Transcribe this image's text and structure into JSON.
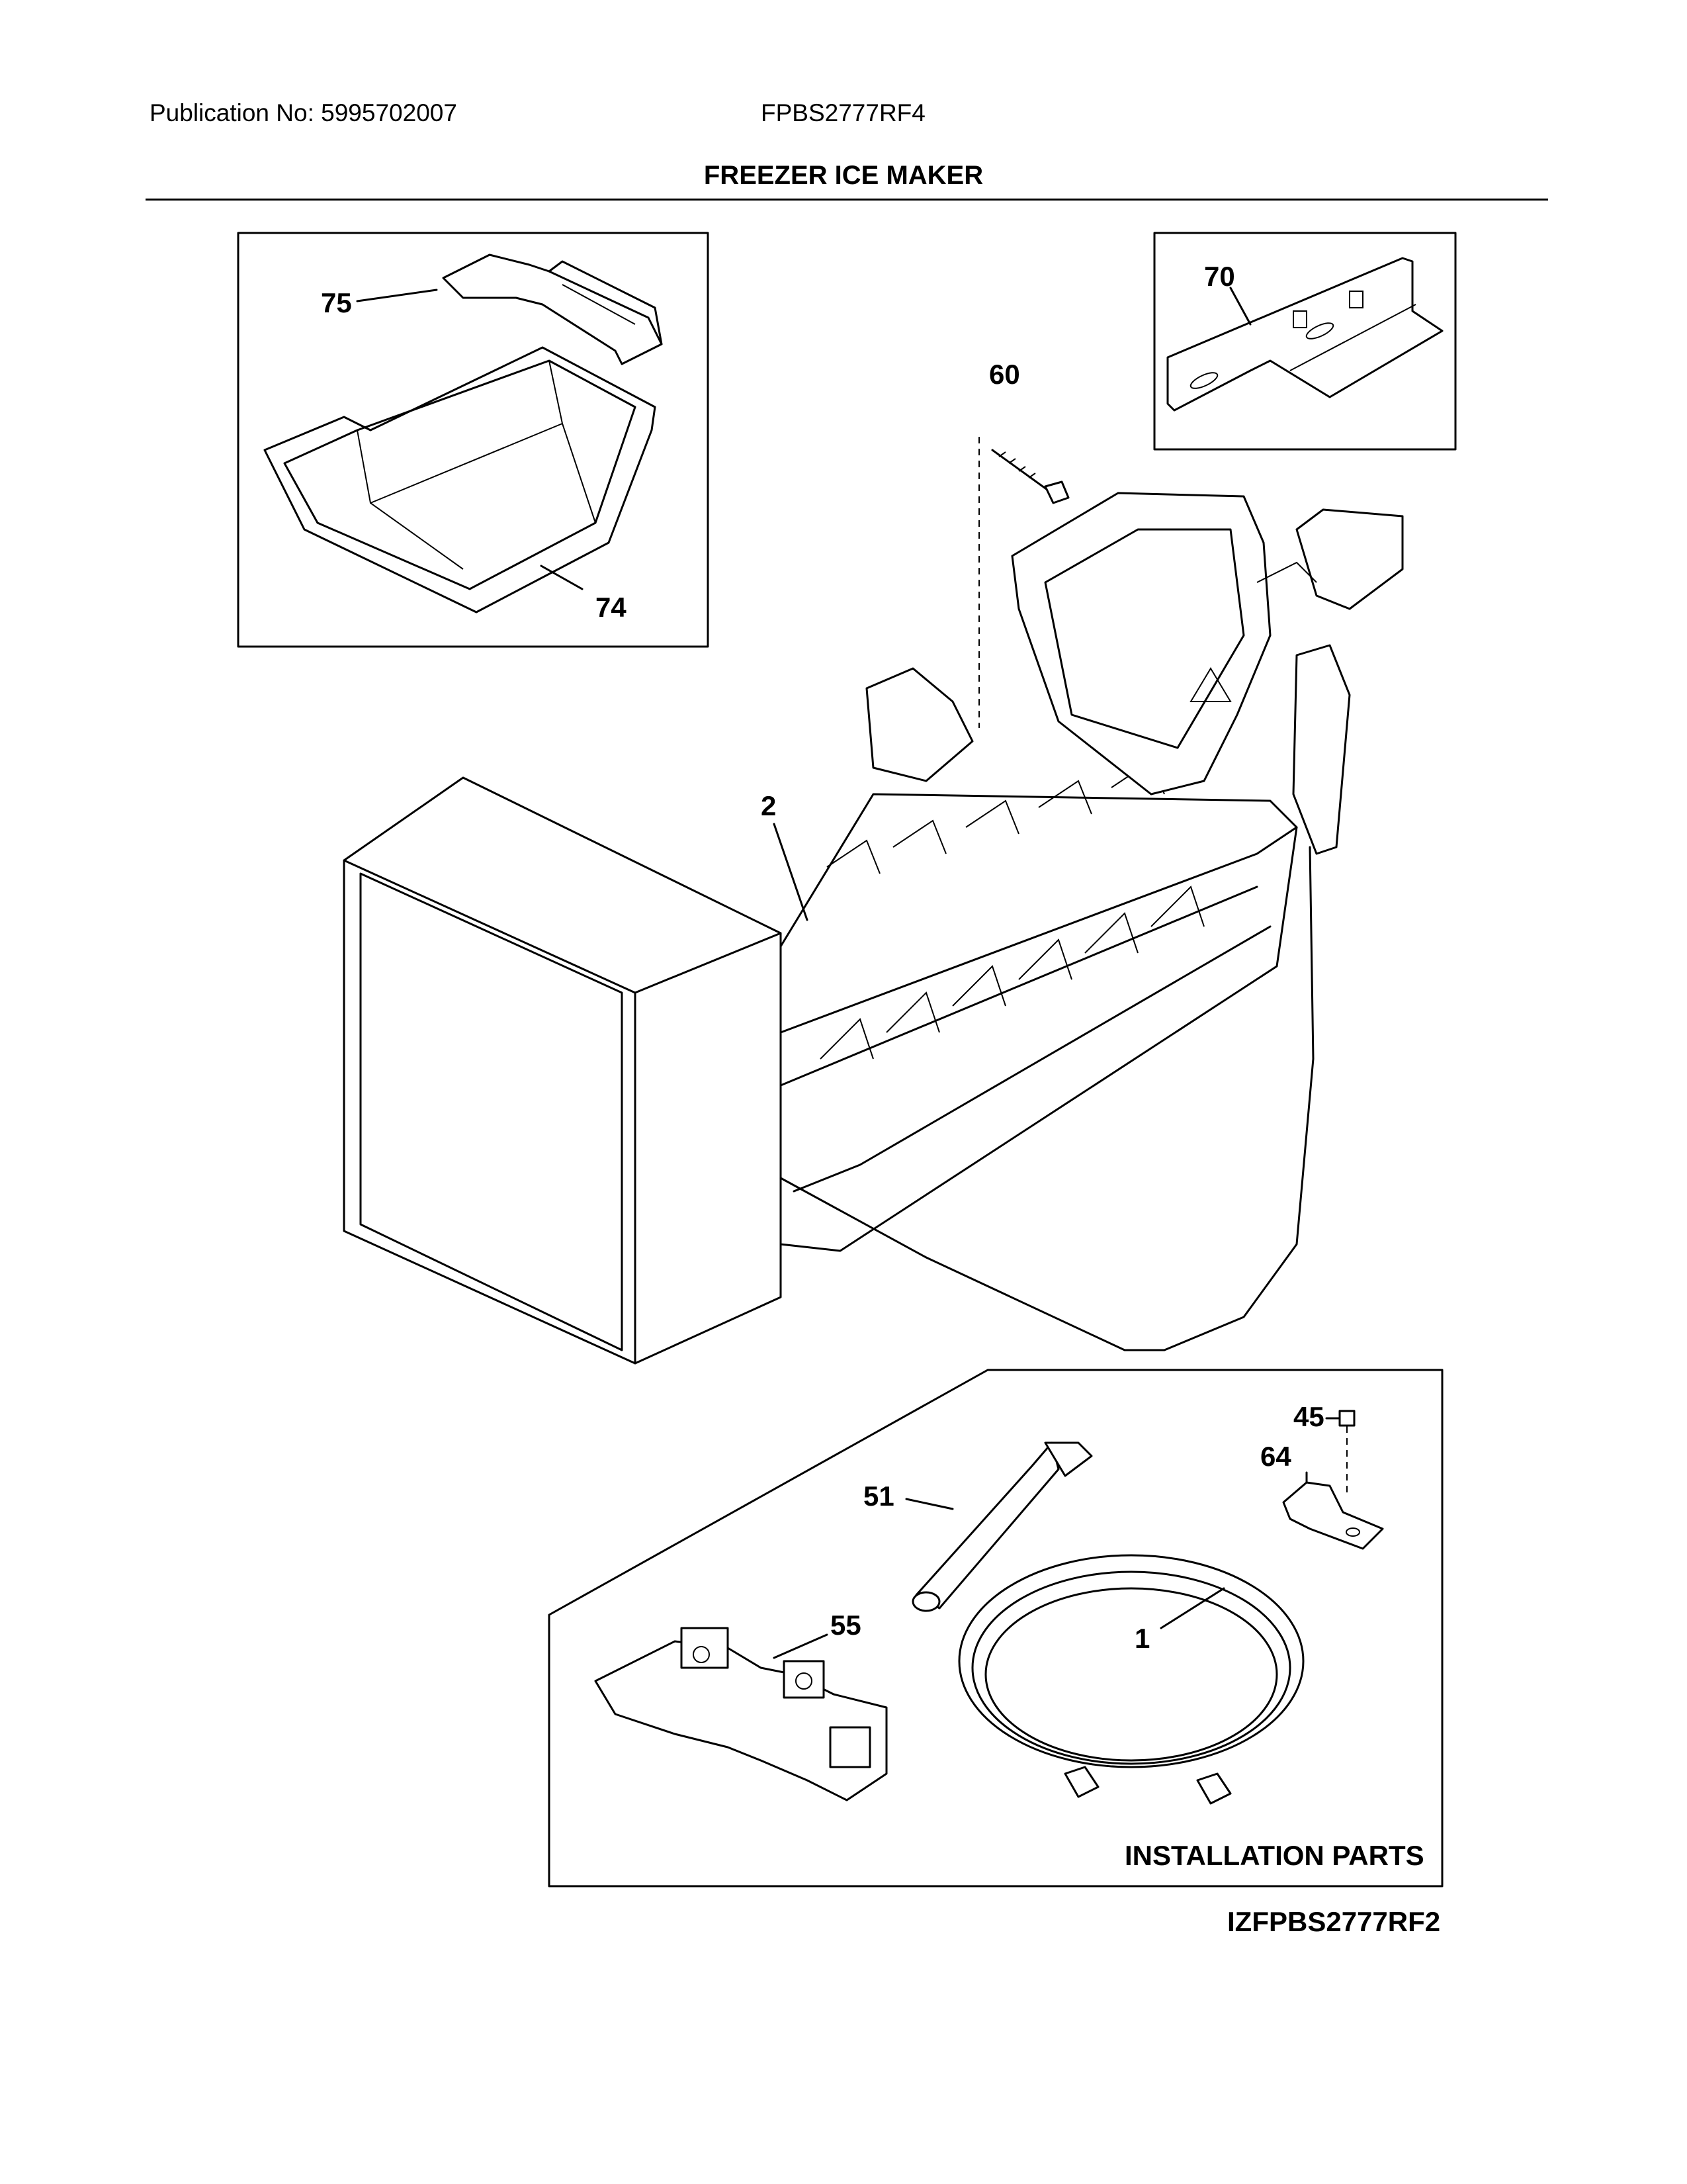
{
  "header": {
    "publication": "Publication No: 5995702007",
    "model": "FPBS2777RF4",
    "title": "FREEZER ICE MAKER"
  },
  "callouts": [
    "75",
    "74",
    "70",
    "60",
    "2",
    "45",
    "64",
    "51",
    "55",
    "1"
  ],
  "installation_label": "INSTALLATION PARTS",
  "diagram_code": "IZFPBS2777RF2"
}
